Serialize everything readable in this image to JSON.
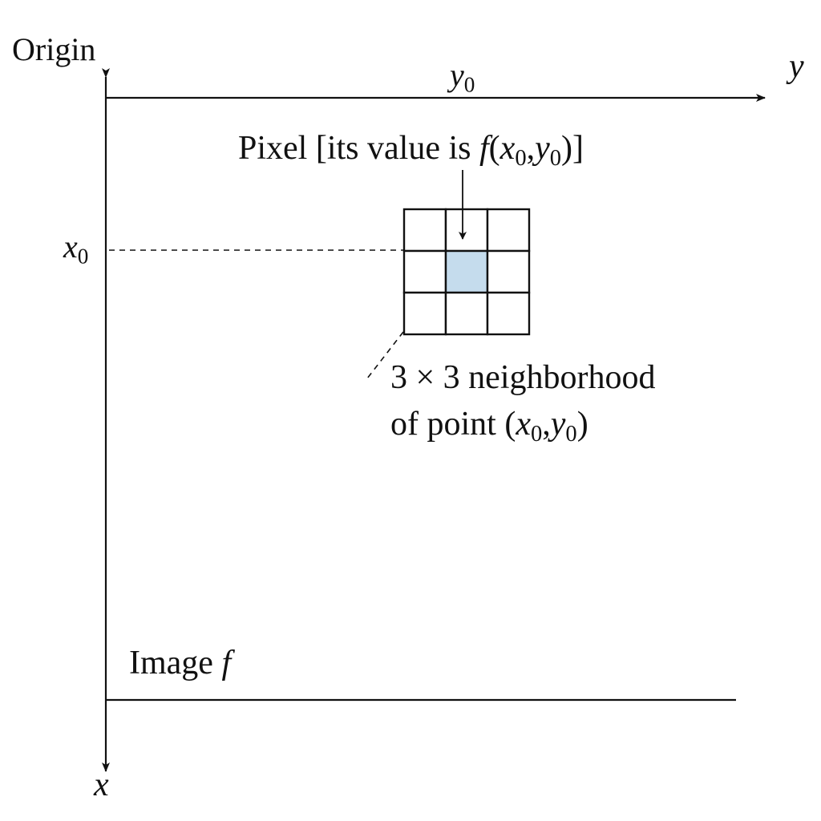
{
  "labels": {
    "origin": "Origin",
    "y_axis_letter": "y",
    "x_axis_letter": "x",
    "y0_base": "y",
    "x0_base": "x",
    "subscript_zero": "0",
    "pixel_prefix": "Pixel [its value is ",
    "pixel_func": "f",
    "pixel_open": "(",
    "pixel_x": "x",
    "pixel_sub_x": "0",
    "pixel_comma": ",",
    "pixel_y": "y",
    "pixel_sub_y": "0",
    "pixel_close": ")]",
    "neighborhood_line1": "3 × 3 neighborhood",
    "neighborhood_line2_prefix": "of point (",
    "neighborhood_x": "x",
    "neighborhood_sub_x": "0",
    "neighborhood_comma": ",",
    "neighborhood_y": "y",
    "neighborhood_sub_y": "0",
    "neighborhood_close": ")",
    "image_prefix": "Image ",
    "image_func": "f"
  },
  "grid": {
    "rows": 3,
    "cols": 3,
    "highlighted_cell": {
      "row": 1,
      "col": 1
    }
  },
  "colors": {
    "line": "#111111",
    "highlight_fill": "#c5dced"
  }
}
